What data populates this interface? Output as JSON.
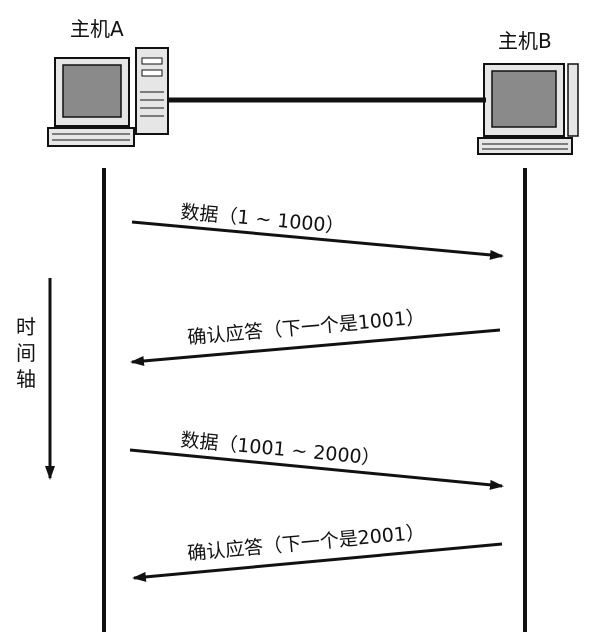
{
  "hosts": {
    "a": {
      "label": "主机A"
    },
    "b": {
      "label": "主机B"
    }
  },
  "time_axis": {
    "label_chars": [
      "时",
      "间",
      "轴"
    ]
  },
  "messages": [
    {
      "label": "数据（1 ~ 1000）",
      "direction": "A-to-B"
    },
    {
      "label": "确认应答（下一个是1001）",
      "direction": "B-to-A"
    },
    {
      "label": "数据（1001 ~ 2000）",
      "direction": "A-to-B"
    },
    {
      "label": "确认应答（下一个是2001）",
      "direction": "B-to-A"
    }
  ],
  "colors": {
    "ink": "#111111",
    "screen": "#8a8a8a",
    "case": "#e6e6e6"
  }
}
